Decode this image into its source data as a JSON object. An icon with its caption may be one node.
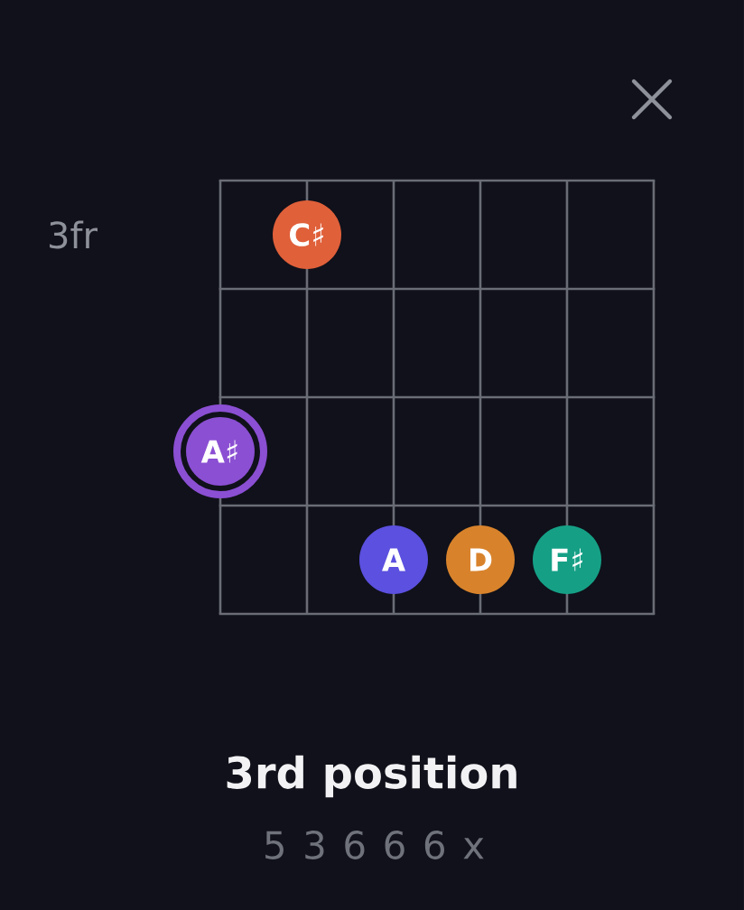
{
  "diagram": {
    "title": "3rd position",
    "nodes": [
      {
        "text": [
          "C♯"
        ]
      },
      {
        "text": [
          "A♯"
        ]
      },
      {
        "text": [
          "A"
        ]
      },
      {
        "text": [
          "D"
        ]
      },
      {
        "text": [
          "F♯"
        ]
      }
    ],
    "labels": [
      "3fr",
      "5 3 6 6 6 x"
    ]
  }
}
